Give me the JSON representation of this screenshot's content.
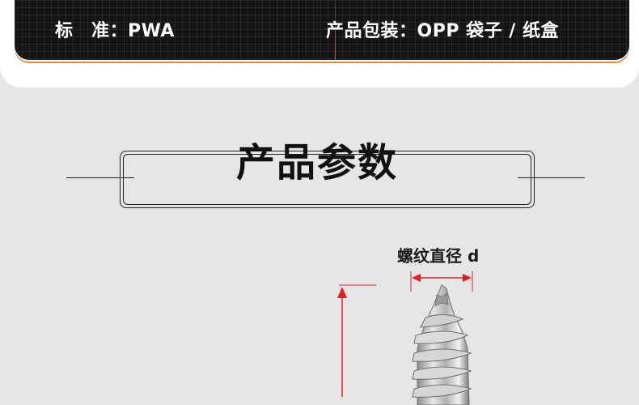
{
  "spec": {
    "standard": "标　准：PWA",
    "packaging": "产品包装：OPP 袋子 / 纸盒"
  },
  "section": {
    "title": "产品参数"
  },
  "diagram": {
    "thread_diameter_label": "螺纹直径 d"
  },
  "colors": {
    "accent": "#e88a3c",
    "dimension_line": "#e02020",
    "bar_background": "#141414",
    "page_background": "#e6e6e6"
  }
}
